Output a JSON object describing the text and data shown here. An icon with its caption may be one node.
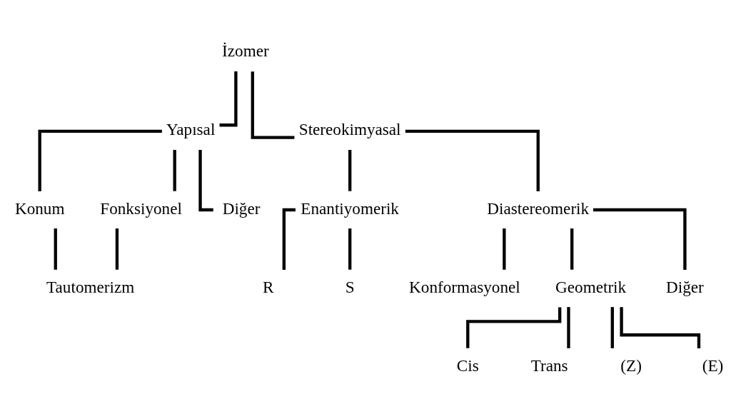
{
  "diagram": {
    "nodes": [
      {
        "text": [
          "İzomer"
        ]
      },
      {
        "text": [
          "Yapısal"
        ]
      },
      {
        "text": [
          "Stereokimyasal"
        ]
      },
      {
        "text": [
          "Konum"
        ]
      },
      {
        "text": [
          "Fonksiyonel"
        ]
      },
      {
        "text": [
          "Diğer"
        ]
      },
      {
        "text": [
          "Tautomerizm"
        ]
      },
      {
        "text": [
          "Enantiyomerik"
        ]
      },
      {
        "text": [
          "Diastereomerik"
        ]
      },
      {
        "text": [
          "R"
        ]
      },
      {
        "text": [
          "S"
        ]
      },
      {
        "text": [
          "Konformasyonel"
        ]
      },
      {
        "text": [
          "Geometrik"
        ]
      },
      {
        "text": [
          "Diğer"
        ]
      },
      {
        "text": [
          "Cis"
        ]
      },
      {
        "text": [
          "Trans"
        ]
      },
      {
        "text": [
          "(Z)"
        ]
      },
      {
        "text": [
          "(E)"
        ]
      }
    ],
    "edges": [
      {
        "from": 0,
        "to": 1,
        "arrow": "none"
      },
      {
        "from": 0,
        "to": 2,
        "arrow": "none"
      },
      {
        "from": 1,
        "to": 3,
        "arrow": "none"
      },
      {
        "from": 1,
        "to": 4,
        "arrow": "none"
      },
      {
        "from": 1,
        "to": 5,
        "arrow": "none"
      },
      {
        "from": 3,
        "to": 6,
        "arrow": "none"
      },
      {
        "from": 4,
        "to": 6,
        "arrow": "none"
      },
      {
        "from": 2,
        "to": 7,
        "arrow": "none"
      },
      {
        "from": 2,
        "to": 8,
        "arrow": "none"
      },
      {
        "from": 7,
        "to": 9,
        "arrow": "none"
      },
      {
        "from": 7,
        "to": 10,
        "arrow": "none"
      },
      {
        "from": 8,
        "to": 11,
        "arrow": "none"
      },
      {
        "from": 8,
        "to": 12,
        "arrow": "none"
      },
      {
        "from": 8,
        "to": 13,
        "arrow": "none"
      },
      {
        "from": 12,
        "to": 14,
        "arrow": "none"
      },
      {
        "from": 12,
        "to": 15,
        "arrow": "none"
      },
      {
        "from": 12,
        "to": 16,
        "arrow": "none"
      },
      {
        "from": 12,
        "to": 17,
        "arrow": "none"
      }
    ]
  }
}
